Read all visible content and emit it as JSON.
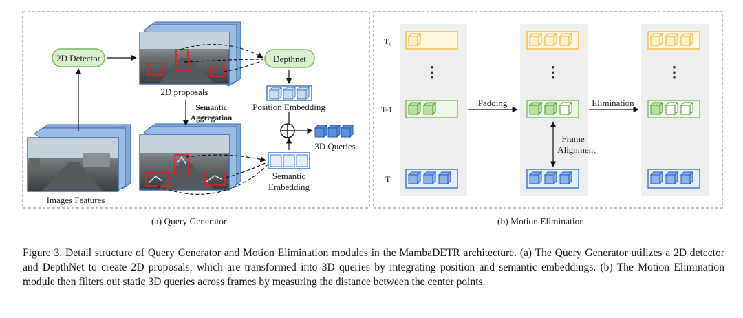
{
  "panel_a": {
    "detector": "2D Detector",
    "proposals": "2D proposals",
    "semantic_aggregation_1": "Semantic",
    "semantic_aggregation_2": "Aggregation",
    "depthnet": "Depthnet",
    "position_embedding": "Position Embedding",
    "queries": "3D Queries",
    "semantic_embedding_1": "Semantic",
    "semantic_embedding_2": "Embedding",
    "images_features": "Images Features",
    "caption": "(a) Query Generator"
  },
  "panel_b": {
    "t0_label": "T₀",
    "t1_label": "T-1",
    "t_label": "T",
    "dots": "⋮",
    "padding": "Padding",
    "elimination": "Elimination",
    "frame_alignment_1": "Frame",
    "frame_alignment_2": "Alignment",
    "caption": "(b) Motion Elimination"
  },
  "figure_caption": "Figure 3. Detail structure of Query Generator and Motion Elimination modules in the MambaDETR architecture. (a) The Query Generator utilizes a 2D detector and DepthNet to create 2D proposals, which are transformed into 3D queries by integrating position and semantic embeddings. (b) The Motion Elimination module then filters out static 3D queries across frames by measuring the distance between the center points.",
  "colors": {
    "node_green_fill": "#d9f0cc",
    "node_green_stroke": "#7ab75a",
    "yellow_fill": "#fff0c8",
    "yellow_stroke": "#f0c040",
    "green_fill": "#e0f2d4",
    "green_stroke": "#7cc060",
    "blue_fill": "#c8dcf6",
    "blue_stroke": "#3a7cc8",
    "column_bg": "#eeeeee",
    "box_stroke": "#777777"
  }
}
